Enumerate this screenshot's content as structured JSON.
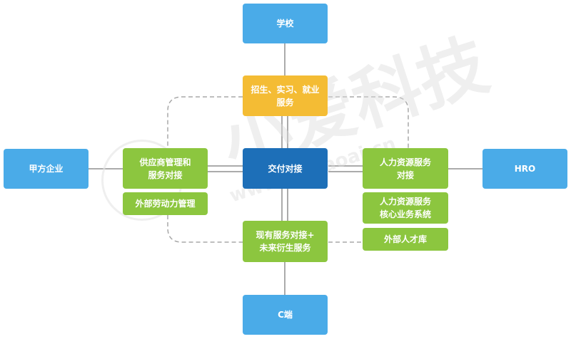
{
  "nodes": {
    "school": "学校",
    "enrollment": "招生、实习、就业\n服务",
    "client": "甲方企业",
    "supplier": "供应商管理和\n服务对接",
    "external_labor": "外部劳动力管理",
    "delivery": "交付对接",
    "hr_service": "人力资源服务\n对接",
    "hr_system": "人力资源服务\n核心业务系统",
    "talent_pool": "外部人才库",
    "hro": "HRO",
    "existing": "现有服务对接+\n未来衍生服务",
    "c_end": "C端"
  },
  "watermark": {
    "brand": "小爱科技",
    "url": "www.hrxiaoai.cn"
  },
  "colors": {
    "blue": "#4aabe8",
    "dark_blue": "#1d6fb8",
    "yellow": "#f4bc34",
    "green": "#8cc63f",
    "line": "#9a9a9a"
  }
}
